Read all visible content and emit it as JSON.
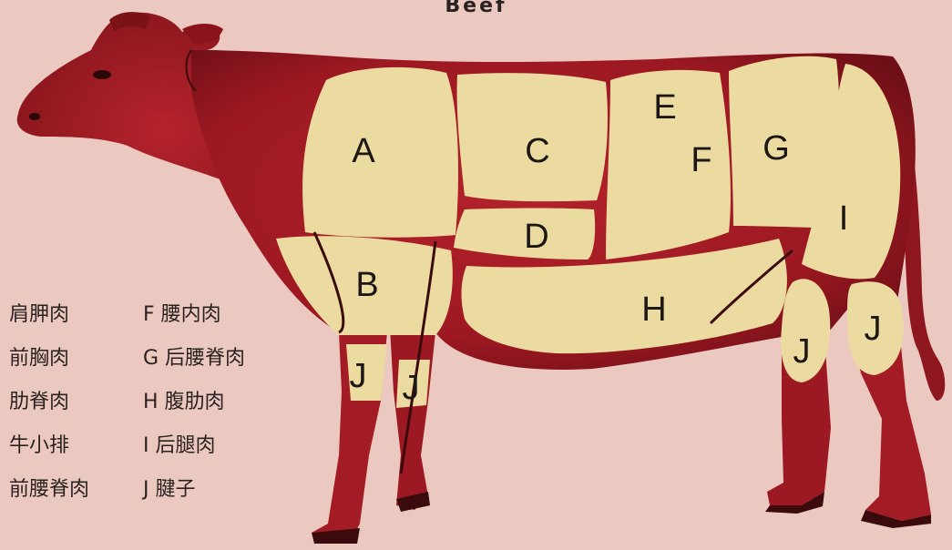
{
  "title": "Beef",
  "colors": {
    "background": "#ecc9c0",
    "body": "#a81d26",
    "body_dark": "#5e0c12",
    "cut": "#ecdba0"
  },
  "cuts": [
    {
      "key": "A",
      "label": "A"
    },
    {
      "key": "B",
      "label": "B"
    },
    {
      "key": "C",
      "label": "C"
    },
    {
      "key": "D",
      "label": "D"
    },
    {
      "key": "E",
      "label": "E"
    },
    {
      "key": "F",
      "label": "F"
    },
    {
      "key": "G",
      "label": "G"
    },
    {
      "key": "H",
      "label": "H"
    },
    {
      "key": "I",
      "label": "I"
    },
    {
      "key": "J",
      "label": "J"
    }
  ],
  "legend": {
    "left": [
      "肩胛肉",
      "前胸肉",
      "肋脊肉",
      "牛小排",
      "前腰脊肉"
    ],
    "right": [
      "F 腰内肉",
      "G 后腰脊肉",
      "H 腹肋肉",
      "I 后腿肉",
      "J 腱子"
    ]
  }
}
